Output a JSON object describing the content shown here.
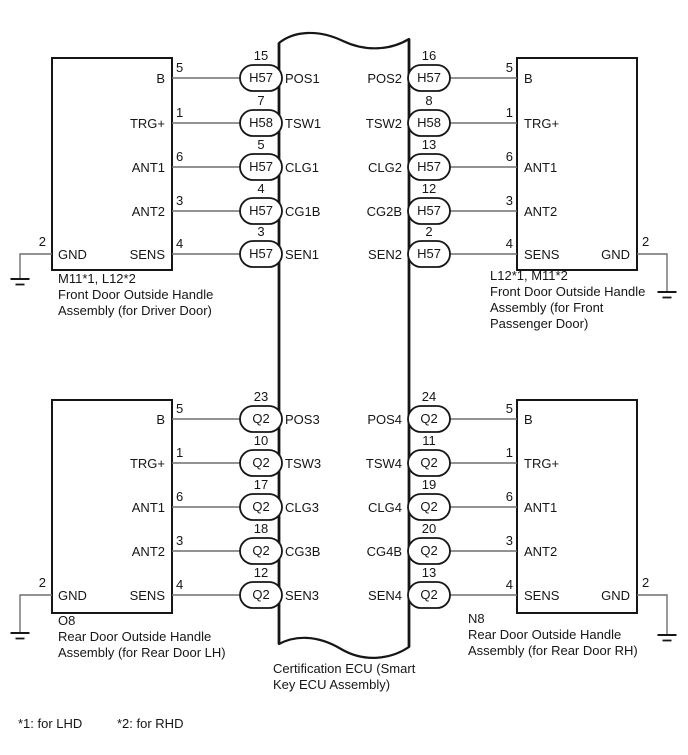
{
  "colors": {
    "ink": "#161616",
    "wire": "#6f6f6f",
    "background": "#ffffff"
  },
  "ecu": {
    "caption_lines": [
      "Certification ECU (Smart",
      "Key ECU Assembly)"
    ]
  },
  "footnotes": [
    "*1: for LHD",
    "*2: for RHD"
  ],
  "units": [
    {
      "caption_lines": [
        "M11*1, L12*2",
        "Front Door Outside Handle",
        "Assembly (for Driver Door)"
      ],
      "gnd": {
        "pin": "2",
        "label": "GND"
      },
      "rows": [
        {
          "pin": "5",
          "terminal": "B",
          "conn_pin": "15",
          "connector": "H57",
          "ecu_terminal": "POS1"
        },
        {
          "pin": "1",
          "terminal": "TRG+",
          "conn_pin": "7",
          "connector": "H58",
          "ecu_terminal": "TSW1"
        },
        {
          "pin": "6",
          "terminal": "ANT1",
          "conn_pin": "5",
          "connector": "H57",
          "ecu_terminal": "CLG1"
        },
        {
          "pin": "3",
          "terminal": "ANT2",
          "conn_pin": "4",
          "connector": "H57",
          "ecu_terminal": "CG1B"
        },
        {
          "pin": "4",
          "terminal": "SENS",
          "conn_pin": "3",
          "connector": "H57",
          "ecu_terminal": "SEN1"
        }
      ]
    },
    {
      "caption_lines": [
        "L12*1, M11*2",
        "Front Door Outside Handle",
        "Assembly (for Front",
        "Passenger Door)"
      ],
      "gnd": {
        "pin": "2",
        "label": "GND"
      },
      "rows": [
        {
          "pin": "5",
          "terminal": "B",
          "conn_pin": "16",
          "connector": "H57",
          "ecu_terminal": "POS2"
        },
        {
          "pin": "1",
          "terminal": "TRG+",
          "conn_pin": "8",
          "connector": "H58",
          "ecu_terminal": "TSW2"
        },
        {
          "pin": "6",
          "terminal": "ANT1",
          "conn_pin": "13",
          "connector": "H57",
          "ecu_terminal": "CLG2"
        },
        {
          "pin": "3",
          "terminal": "ANT2",
          "conn_pin": "12",
          "connector": "H57",
          "ecu_terminal": "CG2B"
        },
        {
          "pin": "4",
          "terminal": "SENS",
          "conn_pin": "2",
          "connector": "H57",
          "ecu_terminal": "SEN2"
        }
      ]
    },
    {
      "caption_lines": [
        "O8",
        "Rear Door Outside Handle",
        "Assembly (for Rear Door LH)"
      ],
      "gnd": {
        "pin": "2",
        "label": "GND"
      },
      "rows": [
        {
          "pin": "5",
          "terminal": "B",
          "conn_pin": "23",
          "connector": "Q2",
          "ecu_terminal": "POS3"
        },
        {
          "pin": "1",
          "terminal": "TRG+",
          "conn_pin": "10",
          "connector": "Q2",
          "ecu_terminal": "TSW3"
        },
        {
          "pin": "6",
          "terminal": "ANT1",
          "conn_pin": "17",
          "connector": "Q2",
          "ecu_terminal": "CLG3"
        },
        {
          "pin": "3",
          "terminal": "ANT2",
          "conn_pin": "18",
          "connector": "Q2",
          "ecu_terminal": "CG3B"
        },
        {
          "pin": "4",
          "terminal": "SENS",
          "conn_pin": "12",
          "connector": "Q2",
          "ecu_terminal": "SEN3"
        }
      ]
    },
    {
      "caption_lines": [
        "N8",
        "Rear Door Outside Handle",
        "Assembly (for Rear Door RH)"
      ],
      "gnd": {
        "pin": "2",
        "label": "GND"
      },
      "rows": [
        {
          "pin": "5",
          "terminal": "B",
          "conn_pin": "24",
          "connector": "Q2",
          "ecu_terminal": "POS4"
        },
        {
          "pin": "1",
          "terminal": "TRG+",
          "conn_pin": "11",
          "connector": "Q2",
          "ecu_terminal": "TSW4"
        },
        {
          "pin": "6",
          "terminal": "ANT1",
          "conn_pin": "19",
          "connector": "Q2",
          "ecu_terminal": "CLG4"
        },
        {
          "pin": "3",
          "terminal": "ANT2",
          "conn_pin": "20",
          "connector": "Q2",
          "ecu_terminal": "CG4B"
        },
        {
          "pin": "4",
          "terminal": "SENS",
          "conn_pin": "13",
          "connector": "Q2",
          "ecu_terminal": "SEN4"
        }
      ]
    }
  ]
}
